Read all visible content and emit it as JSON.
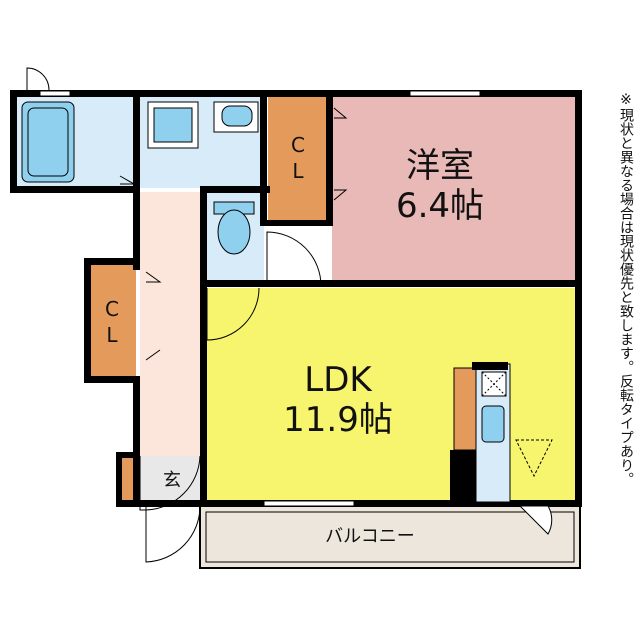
{
  "rooms": {
    "western": {
      "name": "洋室",
      "size": "6.4帖"
    },
    "ldk": {
      "name": "LDK",
      "size": "11.9帖"
    },
    "closet_bedroom": {
      "line1": "C",
      "line2": "L"
    },
    "closet_hall": {
      "line1": "C",
      "line2": "L"
    },
    "entrance": "玄",
    "balcony": "バルコニー"
  },
  "note": "※現状と異なる場合は現状優先と致します。反転タイプあり。",
  "colors": {
    "wall": "#000000",
    "western_room": "#e8b9b6",
    "ldk": "#f7f56e",
    "closet": "#e39a5a",
    "hallway": "#fce6dc",
    "wet_area": "#d7ecf8",
    "fixture": "#8fd0ee",
    "entrance": "#e8e8e8",
    "balcony": "#ede6dc"
  }
}
